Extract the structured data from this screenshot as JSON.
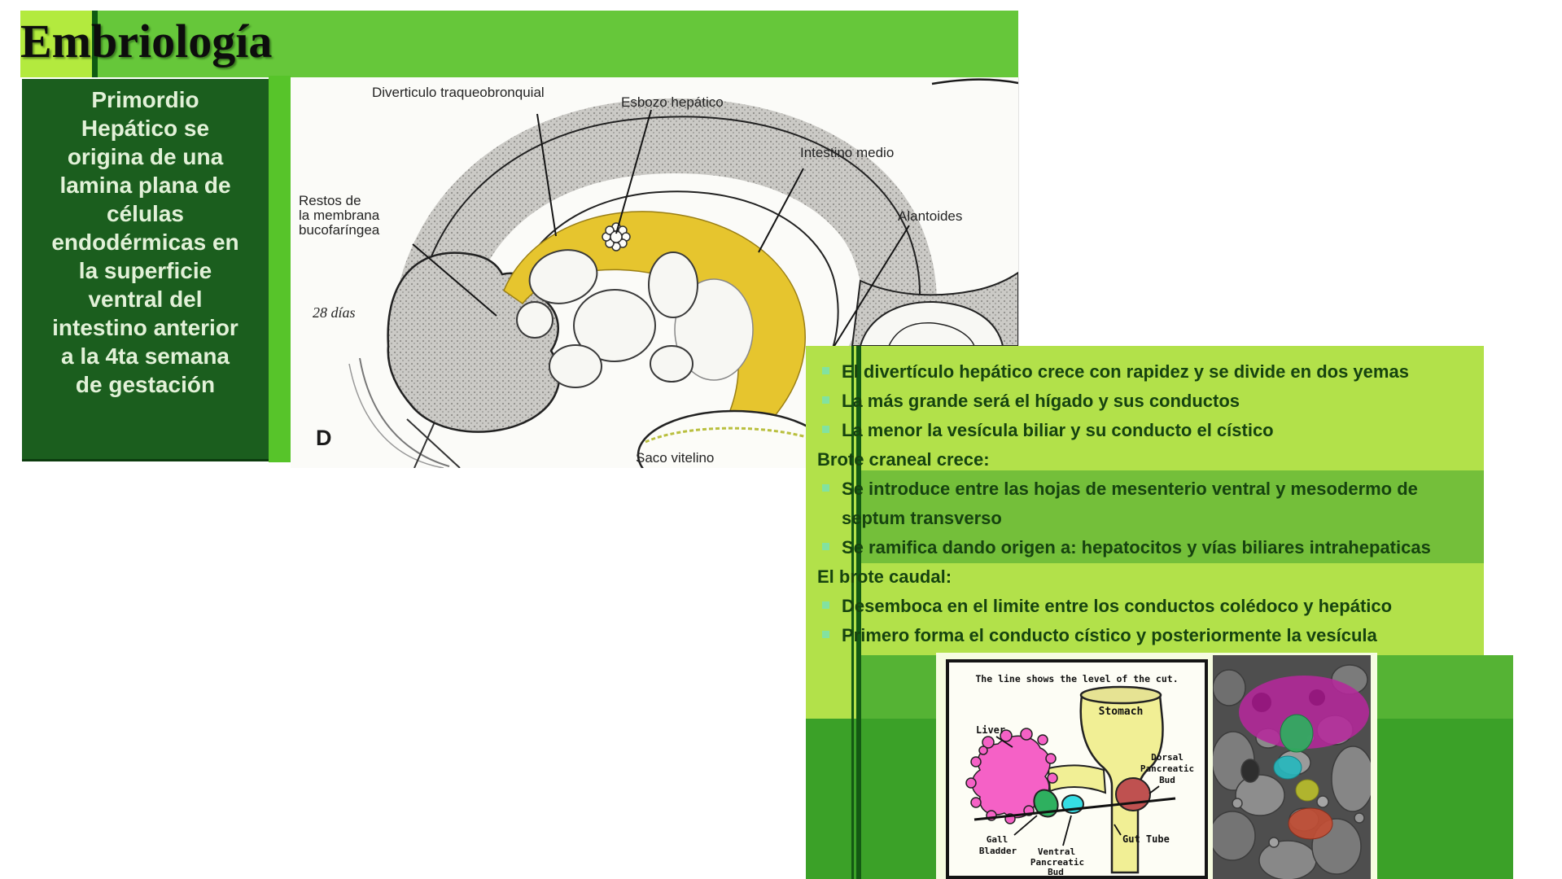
{
  "slide": {
    "title": "Embriología"
  },
  "left_box": {
    "text": "Primordio\nHepático se\norigina de una\nlamina plana de\ncélulas\nendodérmicas en\nla superficie\nventral del\nintestino anterior\na la 4ta semana\nde gestación"
  },
  "embryo": {
    "labels": {
      "diverticulo": "Diverticulo traqueobronquial",
      "esbozo": "Esbozo hepático",
      "intestino": "Intestino medio",
      "alantoides": "Alantoides",
      "restos1": "Restos de",
      "restos2": "la membrana",
      "restos3": "bucofaríngea",
      "dias": "28 días",
      "letter_d": "D",
      "saco": "Saco vitelino"
    }
  },
  "bullets": {
    "items": [
      {
        "type": "bullet",
        "text": "El divertículo hepático crece con rapidez y se divide en dos yemas"
      },
      {
        "type": "bullet",
        "text": "La más grande será el hígado y sus conductos"
      },
      {
        "type": "bullet",
        "text": "La menor  la vesícula biliar y su conducto  el cístico"
      },
      {
        "type": "header",
        "text": "Brote craneal crece:"
      },
      {
        "type": "bullet",
        "text": "Se introduce entre las hojas de mesenterio ventral y mesodermo de septum transverso"
      },
      {
        "type": "bullet",
        "text": "Se ramifica dando origen a: hepatocitos y vías biliares intrahepaticas"
      },
      {
        "type": "header",
        "text": "El brote caudal:"
      },
      {
        "type": "bullet",
        "text": "Desemboca en el limite entre los conductos colédoco y hepático"
      },
      {
        "type": "bullet",
        "text": "Primero forma  el conducto cístico y posteriormente la vesícula"
      }
    ]
  },
  "cut_figure": {
    "caption": "The line shows the level of the cut.",
    "labels": {
      "stomach": "Stomach",
      "liver": "Liver",
      "dorsal1": "Dorsal",
      "dorsal2": "Pancreatic",
      "dorsal3": "Bud",
      "gall1": "Gall",
      "gall2": "Bladder",
      "ventral1": "Ventral",
      "ventral2": "Pancreatic",
      "ventral3": "Bud",
      "gut_tube": "Gut Tube"
    }
  },
  "colors": {
    "title_band": "#66c73a",
    "title_square": "#b3ea3e",
    "dark_box": "#1b5e1e",
    "bullet_panel": "#b2e14a",
    "bullet_inner_band": "#74bf3a",
    "green_mid": "#55b334",
    "green_dark": "#3ba128",
    "dark_line": "#135a13",
    "bullet_text": "#16430f",
    "bullet_marker": "#82e2a0",
    "liver_pink": "#f561c6",
    "stomach_yellow": "#f1ef95",
    "gall_green": "#2eb05f",
    "ventral_cyan": "#35dde4",
    "dorsal_red": "#bf5150"
  }
}
